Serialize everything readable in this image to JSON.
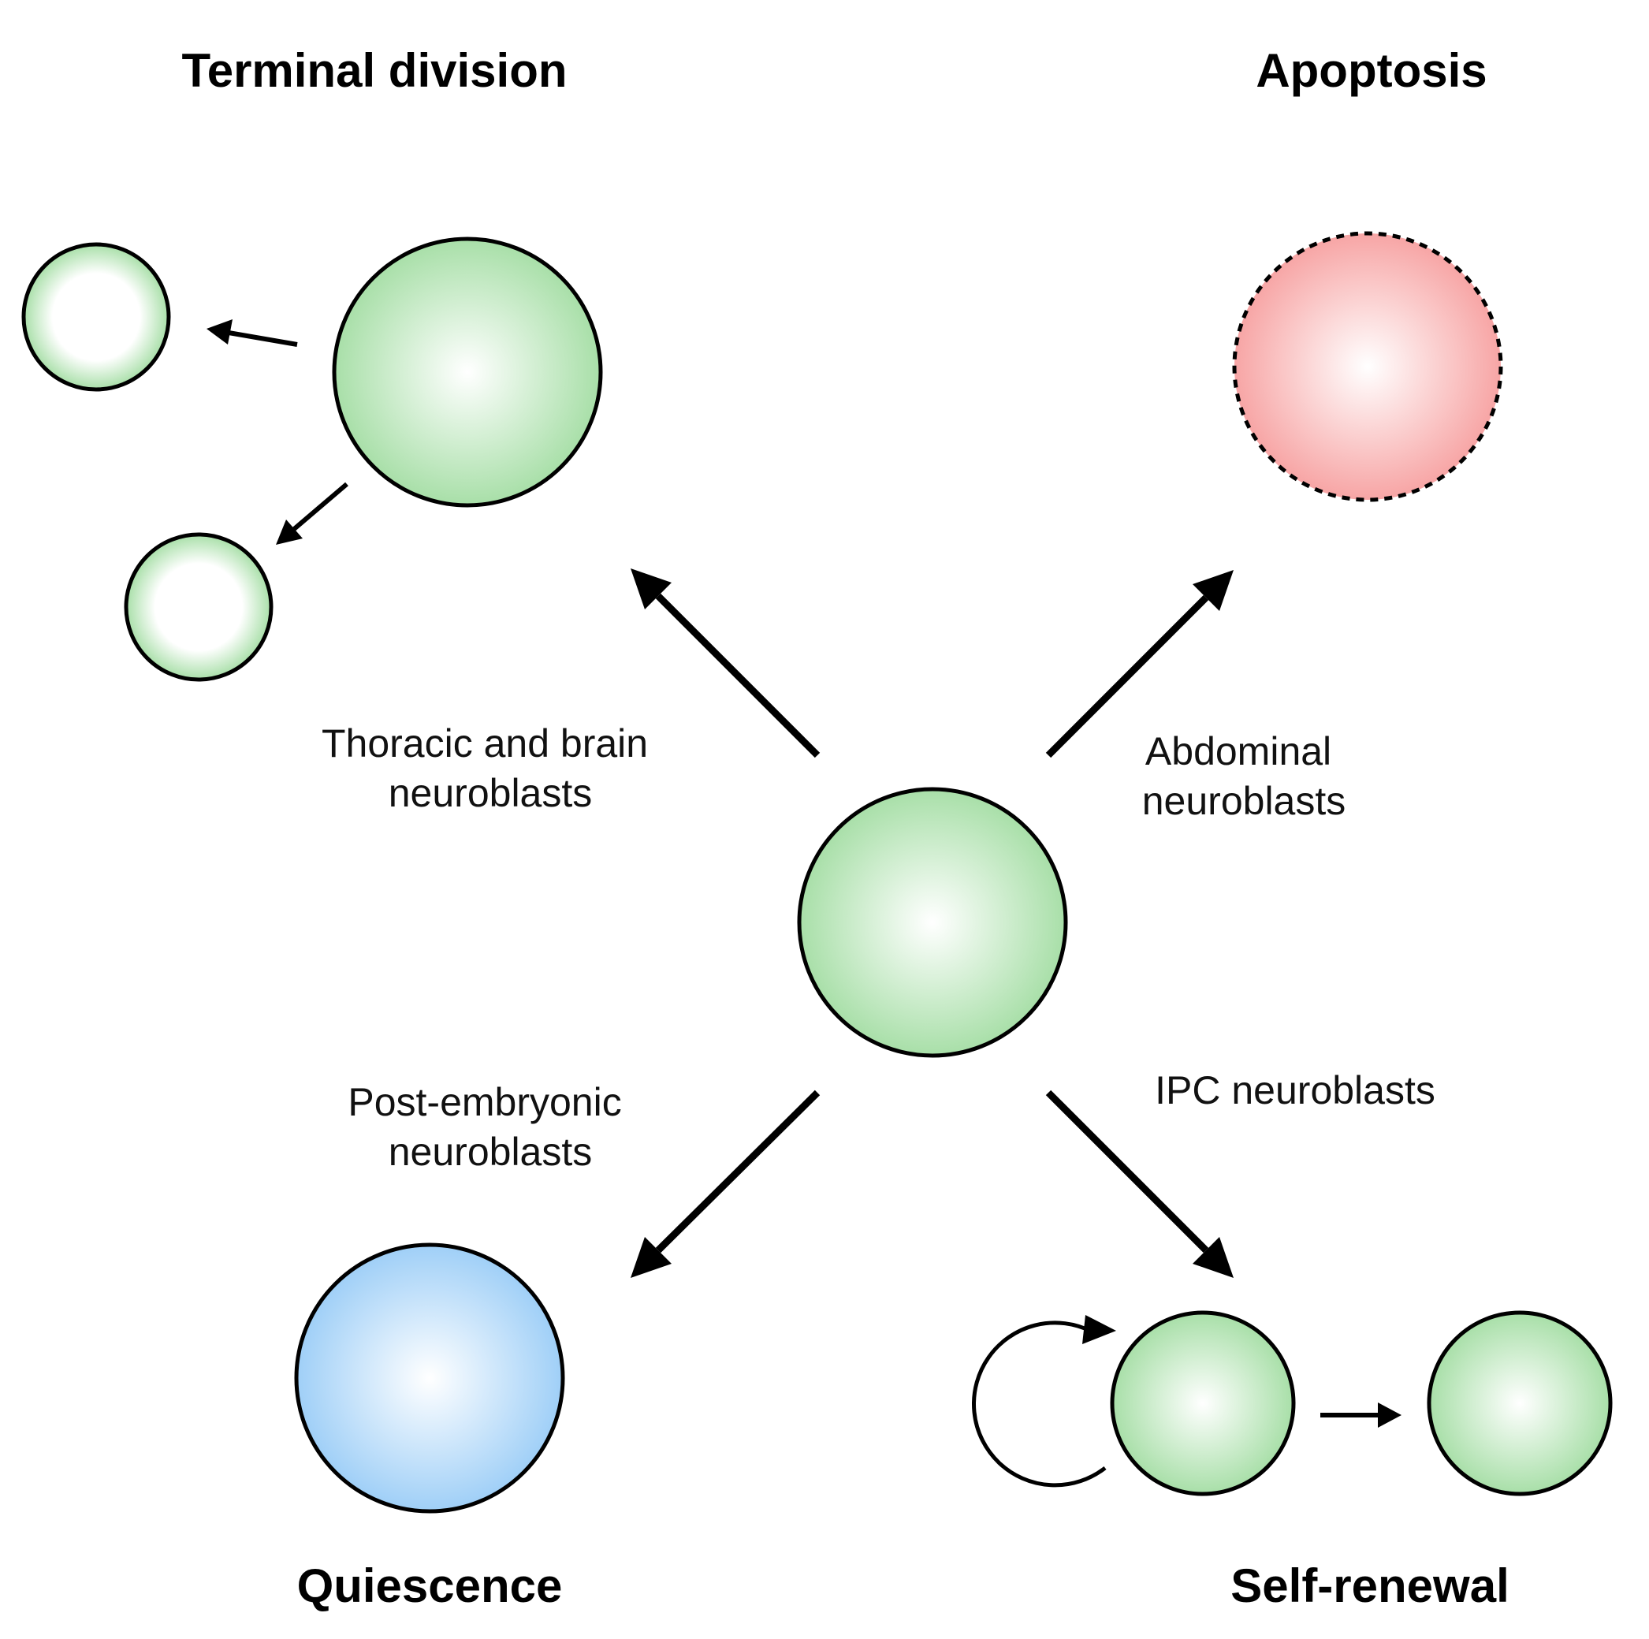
{
  "titles": {
    "terminal_division": "Terminal division",
    "apoptosis": "Apoptosis",
    "quiescence": "Quiescence",
    "self_renewal": "Self-renewal"
  },
  "labels": {
    "thoracic": [
      "Thoracic and brain",
      "neuroblasts"
    ],
    "abdominal": [
      "Abdominal",
      "neuroblasts"
    ],
    "post_embryonic": [
      "Post-embryonic",
      "neuroblasts"
    ],
    "ipc": [
      "IPC neuroblasts"
    ]
  },
  "colors": {
    "neuroblast_green": "#a8dfa8",
    "apoptosis_red": "#f7a5a5",
    "quiescence_blue": "#9fcff7",
    "outline": "#000000"
  }
}
